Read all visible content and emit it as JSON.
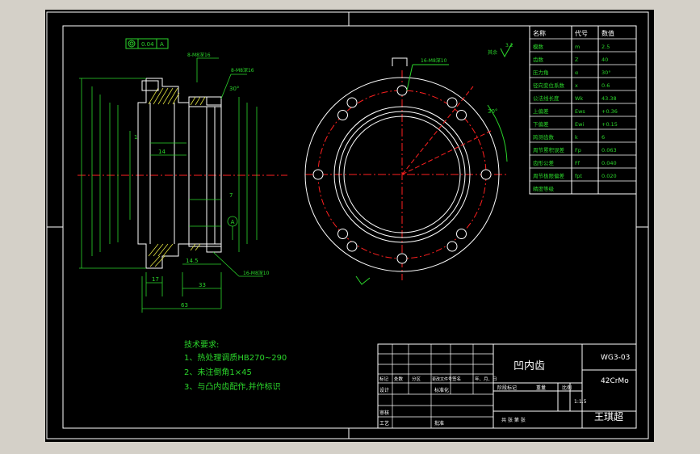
{
  "drawing": {
    "title": "凹内齿",
    "drawing_no": "WG3-03",
    "material": "42CrMo",
    "designer": "王琪超",
    "scale": "1:1.5",
    "colors": {
      "background": "#000000",
      "frame": "#ffffff",
      "dimension": "#2bd62b",
      "centerline": "#ff2020",
      "hatch": "#ffff33",
      "part": "#ffffff"
    }
  },
  "tech_requirements": {
    "heading": "技术要求:",
    "items": [
      "1、热处理调质HB270~290",
      "2、未注倒角1×45",
      "3、与凸内齿配作,并作标识"
    ]
  },
  "title_block": {
    "row_labels": [
      "标记",
      "处数",
      "分区",
      "更改文件号",
      "签名",
      "年、月、日"
    ],
    "design": "设计",
    "standard": "标准化",
    "check": "审核",
    "process": "工艺",
    "approve": "批准",
    "stage_mark": "阶段标记",
    "weight": "重量",
    "ratio": "比例",
    "sheet": "共   张   第   张"
  },
  "param_table": {
    "headers": [
      "名称",
      "代号",
      "数值"
    ],
    "rows": [
      [
        "模数",
        "m",
        "2.5"
      ],
      [
        "齿数",
        "Z",
        "40"
      ],
      [
        "压力角",
        "α",
        "30°"
      ],
      [
        "径向变位系数",
        "x",
        "0.6"
      ],
      [
        "公法线长度",
        "Wk",
        "43.38"
      ],
      [
        "上偏差",
        "Ews",
        "+0.36"
      ],
      [
        "下偏差",
        "Ewi",
        "+0.15"
      ],
      [
        "跨测齿数",
        "k",
        "6"
      ],
      [
        "周节累积误差",
        "Fp",
        "0.063"
      ],
      [
        "齿形公差",
        "Ff",
        "0.040"
      ],
      [
        "周节极限偏差",
        "fpt",
        "0.020"
      ],
      [
        "精度等级",
        "",
        ""
      ]
    ]
  },
  "dimensions": {
    "top_left": [
      "0.04",
      "A"
    ],
    "roughness_top": "3.2",
    "roughness_label": "其余",
    "thread_note": "8-M8深16",
    "hole_note": "16-M8深10",
    "dim_17": "17",
    "dim_33": "33",
    "dim_63": "63",
    "dim_14_5": "14.5",
    "angle_30": "30°",
    "datum_A": "A",
    "dim_1": "1",
    "dim_14": "14",
    "dim_7": "7"
  }
}
